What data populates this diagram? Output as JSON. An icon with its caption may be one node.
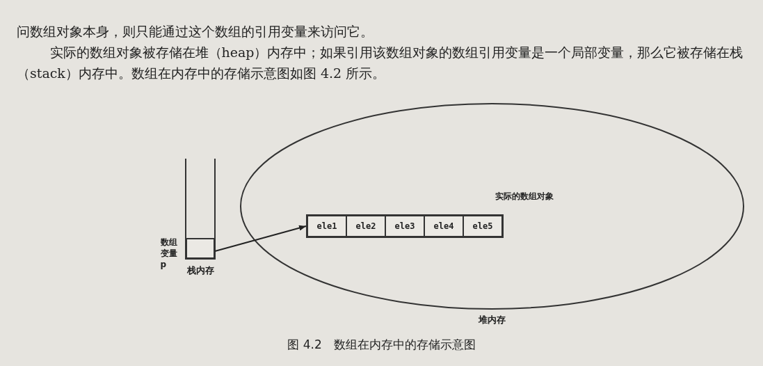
{
  "diagram": {
    "caption": "图 4.2　数组在内存中的存储示意图",
    "nodes": [
      {
        "text": [
          "栈内存"
        ]
      },
      {
        "text": [],
        "shape": "box",
        "in": 0,
        "beside": [
          "数组变量p"
        ]
      },
      {
        "text": [
          "堆内存"
        ]
      },
      {
        "text": [],
        "shape": "bar",
        "in": 2,
        "beside": [
          "实际的数组对象"
        ]
      },
      {
        "text": [
          "ele1"
        ],
        "in": 3
      },
      {
        "text": [
          "ele2"
        ],
        "in": 3
      },
      {
        "text": [
          "ele3"
        ],
        "in": 3
      },
      {
        "text": [
          "ele4"
        ],
        "in": 3
      },
      {
        "text": [
          "ele5"
        ],
        "in": 3
      }
    ],
    "edges": [
      {
        "from": 1,
        "to": 3,
        "arrow": "to"
      }
    ],
    "labels": [
      "问数组对象本身，则只能通过这个数组的引用变量来访问它。",
      "实际的数组对象被存储在堆（heap）内存中；如果引用该数组对象的数组引用变量是一个局部变量，那么它被存储在栈（stack）内存中。数组在内存中的存储示意图如图 4.2 所示。"
    ]
  }
}
